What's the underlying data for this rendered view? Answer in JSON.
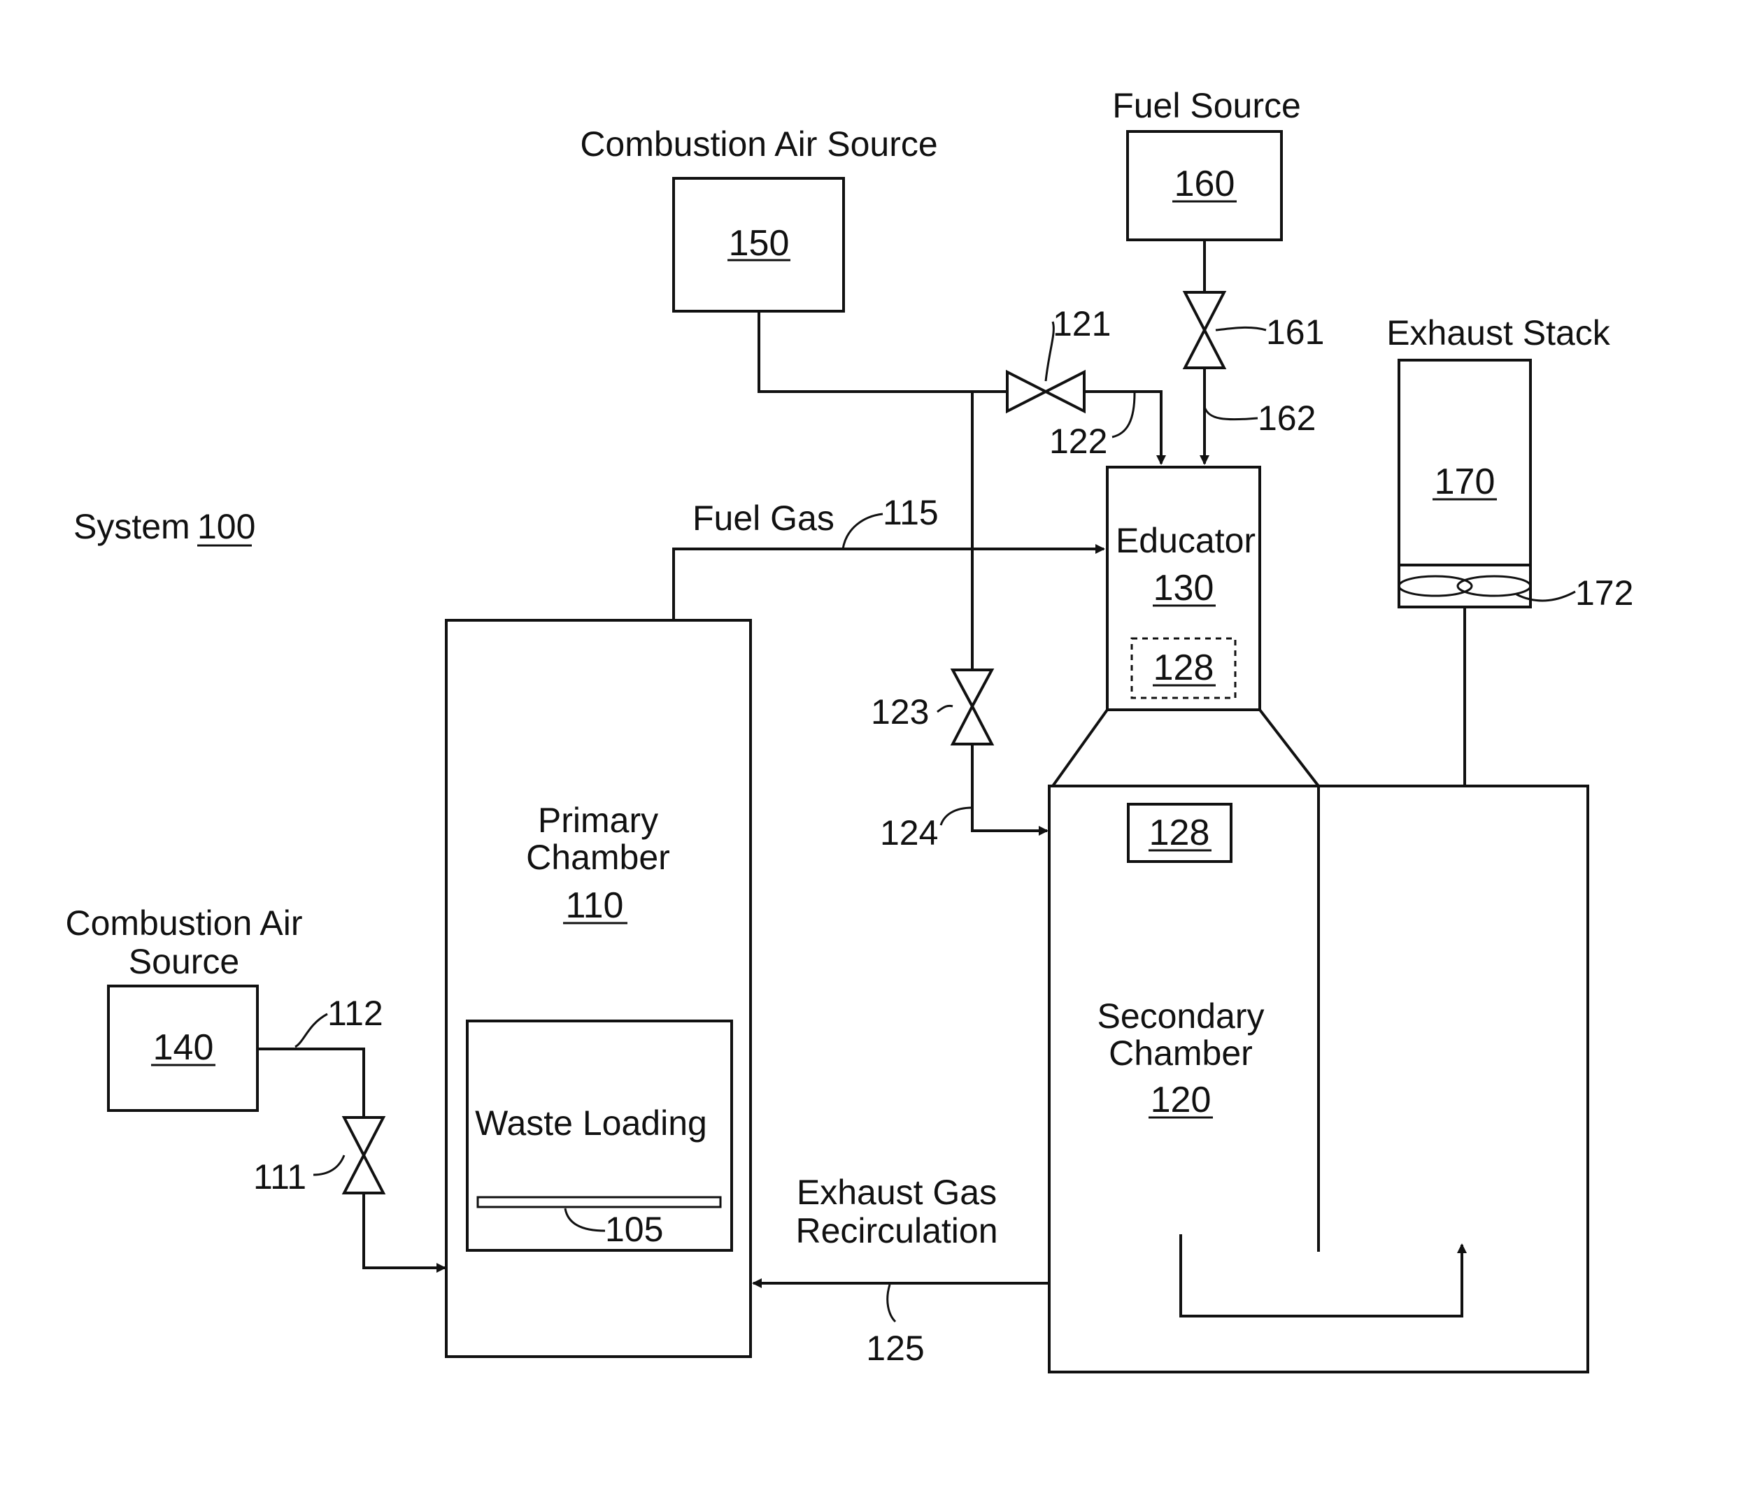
{
  "system_label": {
    "text": "System",
    "number": "100"
  },
  "combustion_air_source_top": {
    "label": "Combustion Air Source",
    "number": "150"
  },
  "fuel_source": {
    "label": "Fuel Source",
    "number": "160"
  },
  "exhaust_stack": {
    "label": "Exhaust Stack",
    "number": "170"
  },
  "educator": {
    "label": "Educator",
    "number": "130",
    "inner_number": "128"
  },
  "primary_chamber": {
    "label_line1": "Primary",
    "label_line2": "Chamber",
    "number": "110"
  },
  "secondary_chamber": {
    "label_line1": "Secondary",
    "label_line2": "Chamber",
    "number": "120",
    "inner_number": "128"
  },
  "combustion_air_source_left": {
    "label_line1": "Combustion Air",
    "label_line2": "Source",
    "number": "140"
  },
  "waste_loading": {
    "label": "Waste Loading",
    "grate_number": "105"
  },
  "fuel_gas": {
    "label": "Fuel Gas",
    "number": "115"
  },
  "exhaust_gas_recirculation": {
    "label_line1": "Exhaust Gas",
    "label_line2": "Recirculation",
    "number": "125"
  },
  "refs": {
    "valve_121": "121",
    "line_122": "122",
    "valve_123": "123",
    "line_124": "124",
    "valve_161": "161",
    "line_162": "162",
    "fan_172": "172",
    "line_112": "112",
    "valve_111": "111"
  }
}
